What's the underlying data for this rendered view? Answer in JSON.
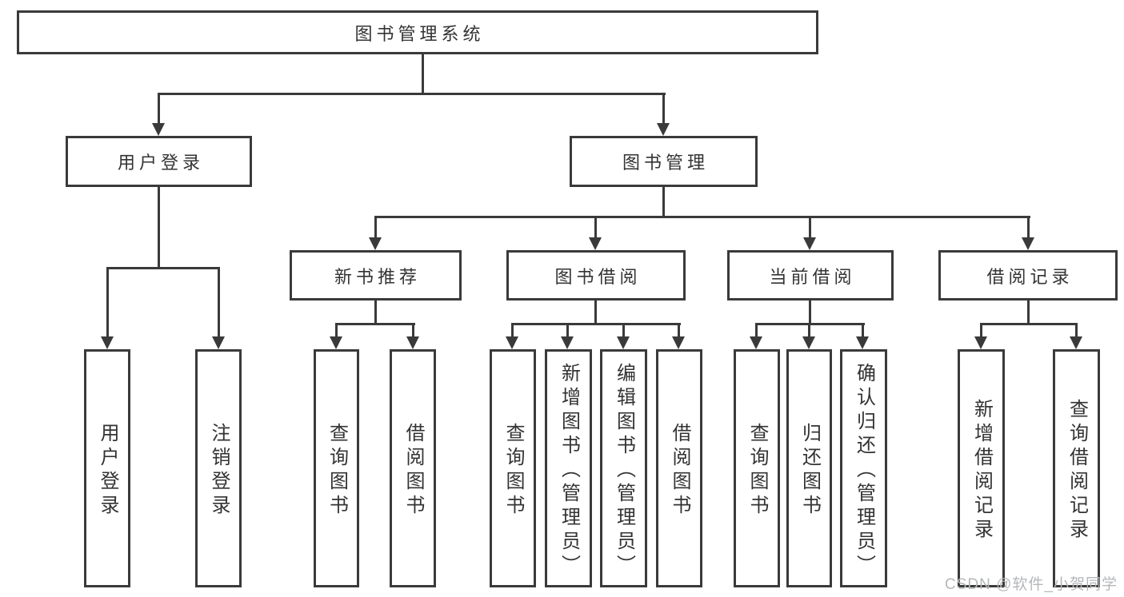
{
  "diagram": {
    "root": {
      "label": "图书管理系统"
    },
    "level2": [
      {
        "id": "user-login",
        "label": "用户登录"
      },
      {
        "id": "book-management",
        "label": "图书管理"
      }
    ],
    "level3": [
      {
        "id": "new-book-recommendation",
        "parent": "book-management",
        "label": "新书推荐"
      },
      {
        "id": "book-borrowing",
        "parent": "book-management",
        "label": "图书借阅"
      },
      {
        "id": "current-borrowing",
        "parent": "book-management",
        "label": "当前借阅"
      },
      {
        "id": "borrowing-records",
        "parent": "book-management",
        "label": "借阅记录"
      }
    ],
    "level4": [
      {
        "parent": "user-login",
        "label": "用户登录"
      },
      {
        "parent": "user-login",
        "label": "注销登录"
      },
      {
        "parent": "new-book-recommendation",
        "label": "查询图书"
      },
      {
        "parent": "new-book-recommendation",
        "label": "借阅图书"
      },
      {
        "parent": "book-borrowing",
        "label": "查询图书"
      },
      {
        "parent": "book-borrowing",
        "label": "新增图书（管理员）"
      },
      {
        "parent": "book-borrowing",
        "label": "编辑图书（管理员）"
      },
      {
        "parent": "book-borrowing",
        "label": "借阅图书"
      },
      {
        "parent": "current-borrowing",
        "label": "查询图书"
      },
      {
        "parent": "current-borrowing",
        "label": "归还图书"
      },
      {
        "parent": "current-borrowing",
        "label": "确认归还（管理员）"
      },
      {
        "parent": "borrowing-records",
        "label": "新增借阅记录"
      },
      {
        "parent": "borrowing-records",
        "label": "查询借阅记录"
      }
    ],
    "colors": {
      "line": "#3a3a3a",
      "text": "#333333",
      "box_background": "#ffffff",
      "watermark": "#b5b7ba"
    }
  },
  "watermark": {
    "text": "CSDN @软件_小贺同学"
  }
}
